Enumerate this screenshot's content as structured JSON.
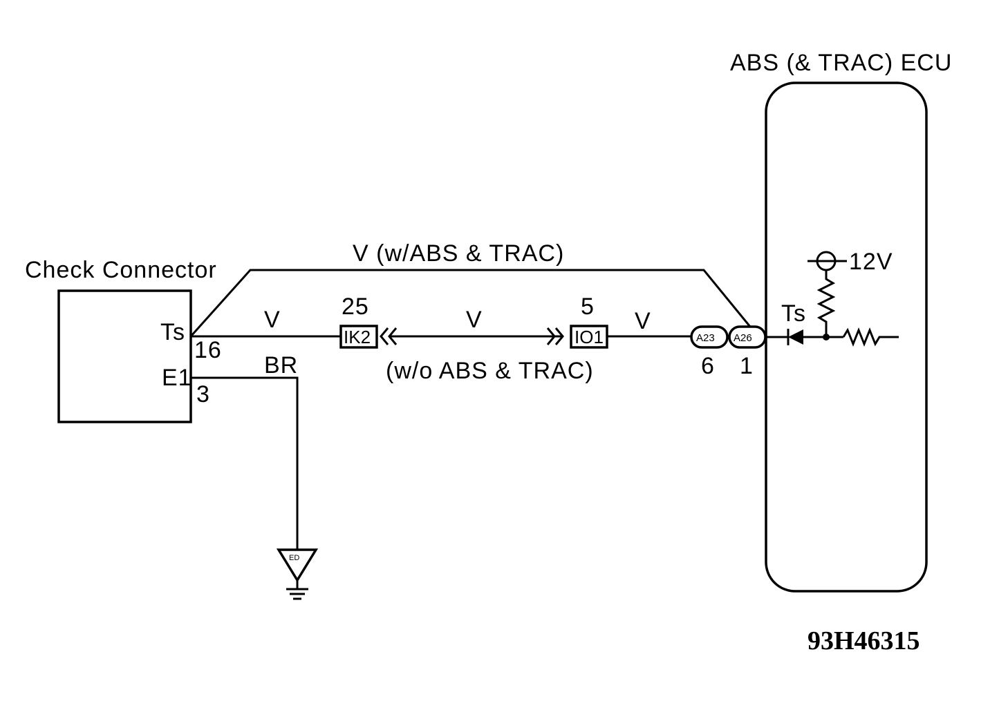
{
  "ecu": {
    "title": "ABS (& TRAC) ECU",
    "terminal": "Ts",
    "supply": "12V"
  },
  "check_connector": {
    "title": "Check Connector",
    "pin_ts": "Ts",
    "pin_ts_no": "16",
    "pin_e1": "E1",
    "pin_e1_no": "3"
  },
  "wires": {
    "upper_route": "V (w/ABS & TRAC)",
    "seg1_color": "V",
    "seg2_color": "V",
    "seg3_color": "V",
    "lower_route": "(w/o ABS & TRAC)",
    "ground_color": "BR"
  },
  "connectors": {
    "ik2": {
      "id": "IK2",
      "pin": "25"
    },
    "io1": {
      "id": "IO1",
      "pin": "5"
    },
    "a23": {
      "id": "A23",
      "pin": "6"
    },
    "a26": {
      "id": "A26",
      "pin": "1"
    }
  },
  "ground": {
    "id": "ED"
  },
  "figure_code": "93H46315"
}
